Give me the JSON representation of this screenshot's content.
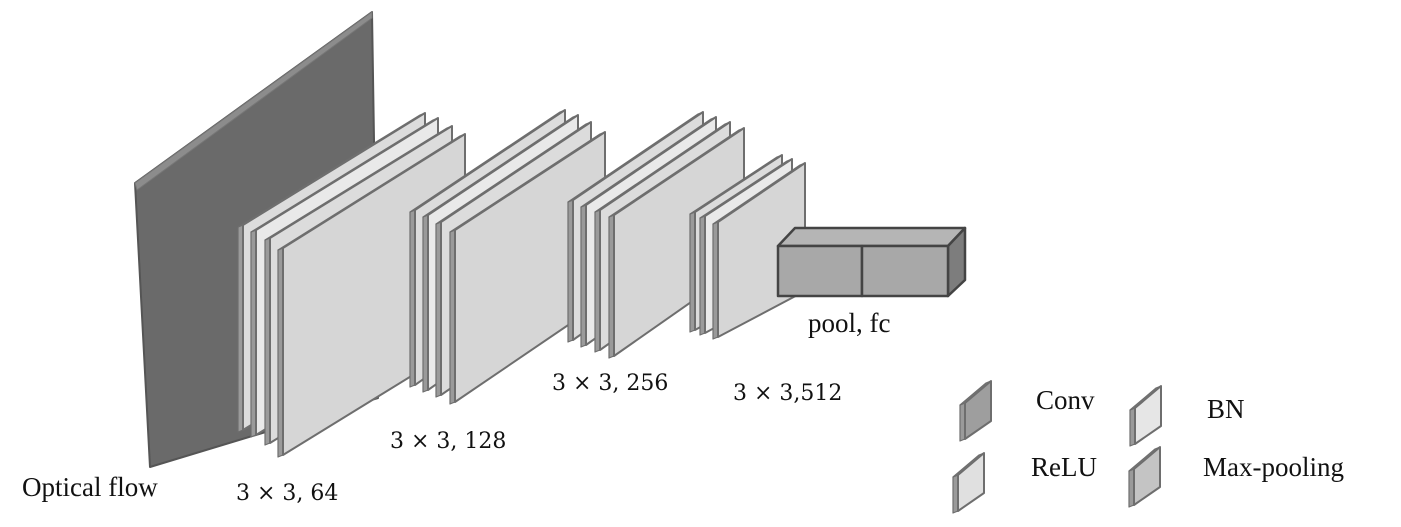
{
  "input_label": "Optical flow",
  "blocks": [
    {
      "label": "3 × 3, 64"
    },
    {
      "label": "3 × 3, 128"
    },
    {
      "label": "3 × 3, 256"
    },
    {
      "label": "3 × 3,512"
    }
  ],
  "head_label": "pool, fc",
  "legend": {
    "conv": "Conv",
    "bn": "BN",
    "relu": "ReLU",
    "maxpool": "Max-pooling"
  },
  "colors": {
    "conv": "#a8a8a8",
    "bn": "#e6e6e6",
    "relu": "#e0e0e0",
    "maxpool": "#c8c8c8",
    "edge": "#6e6e6e",
    "flow": "#6a6a6a"
  }
}
